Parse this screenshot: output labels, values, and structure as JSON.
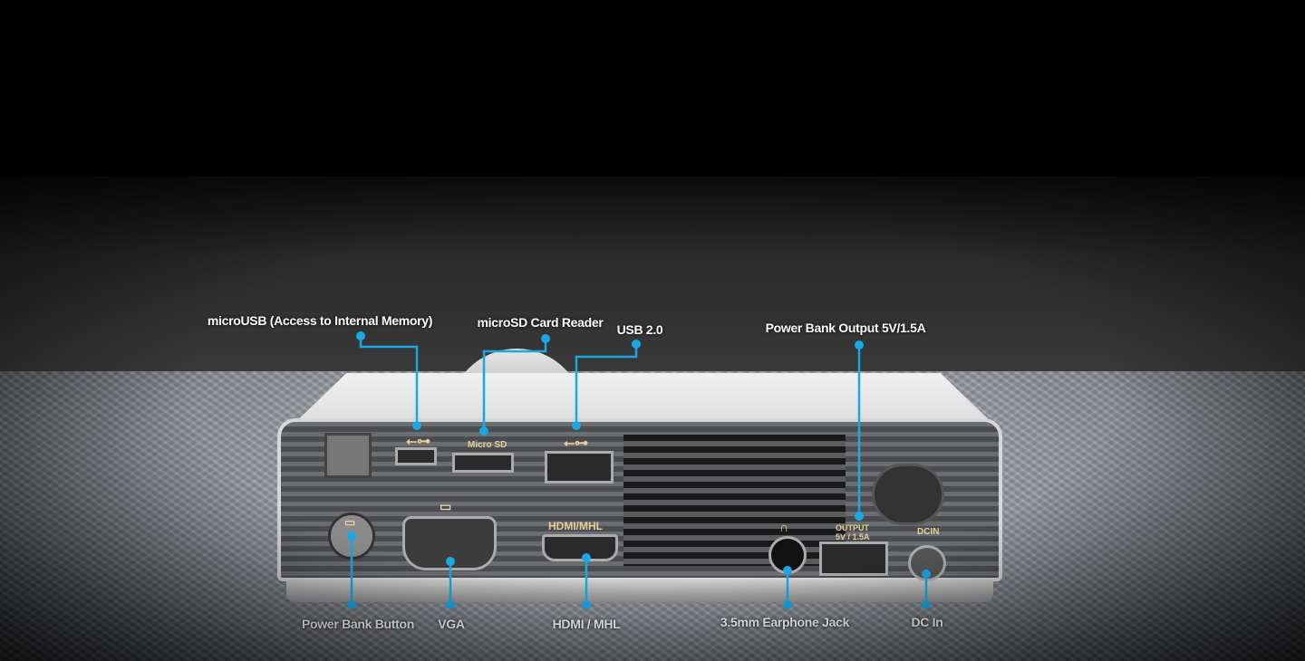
{
  "callouts_top": [
    {
      "id": "microusb",
      "label": "microUSB (Access to Internal Memory)"
    },
    {
      "id": "microsd",
      "label": "microSD Card Reader"
    },
    {
      "id": "usb",
      "label": "USB 2.0"
    },
    {
      "id": "powerbank-output",
      "label": "Power Bank Output 5V/1.5A"
    }
  ],
  "callouts_bottom": [
    {
      "id": "powerbank-button",
      "label": "Power Bank Button"
    },
    {
      "id": "vga",
      "label": "VGA"
    },
    {
      "id": "hdmi",
      "label": "HDMI / MHL"
    },
    {
      "id": "earphone",
      "label": "3.5mm Earphone Jack"
    },
    {
      "id": "dcin",
      "label": "DC In"
    }
  ],
  "device_markings": {
    "microsd": "Micro SD",
    "hdmi": "HDMI/MHL",
    "output_line1": "OUTPUT",
    "output_line2": "5V / 1.5A",
    "dcin": "DCIN"
  },
  "colors": {
    "callout": "#1aa7e6",
    "marking": "#e8cf9a"
  }
}
